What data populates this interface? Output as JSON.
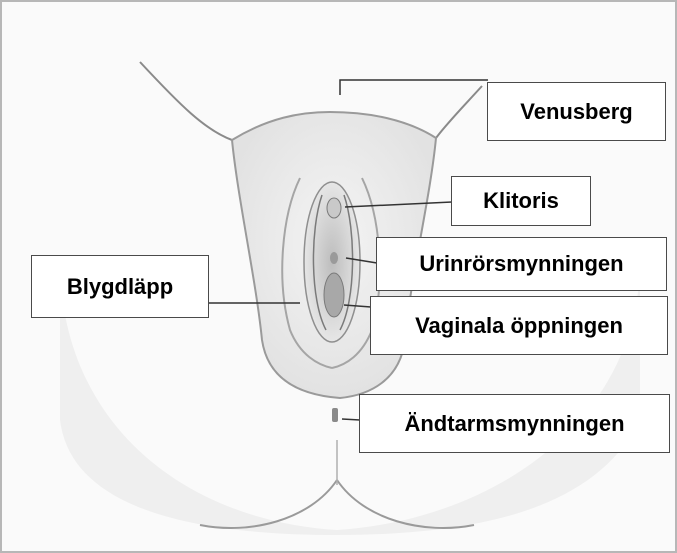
{
  "labels": {
    "venusberg": "Venusberg",
    "klitoris": "Klitoris",
    "urinrorsmynningen": "Urinrörsmynningen",
    "vaginala_oppningen": "Vaginala öppningen",
    "blygdlapp": "Blygdläpp",
    "andtarmsmynningen": "Ändtarmsmynningen"
  }
}
